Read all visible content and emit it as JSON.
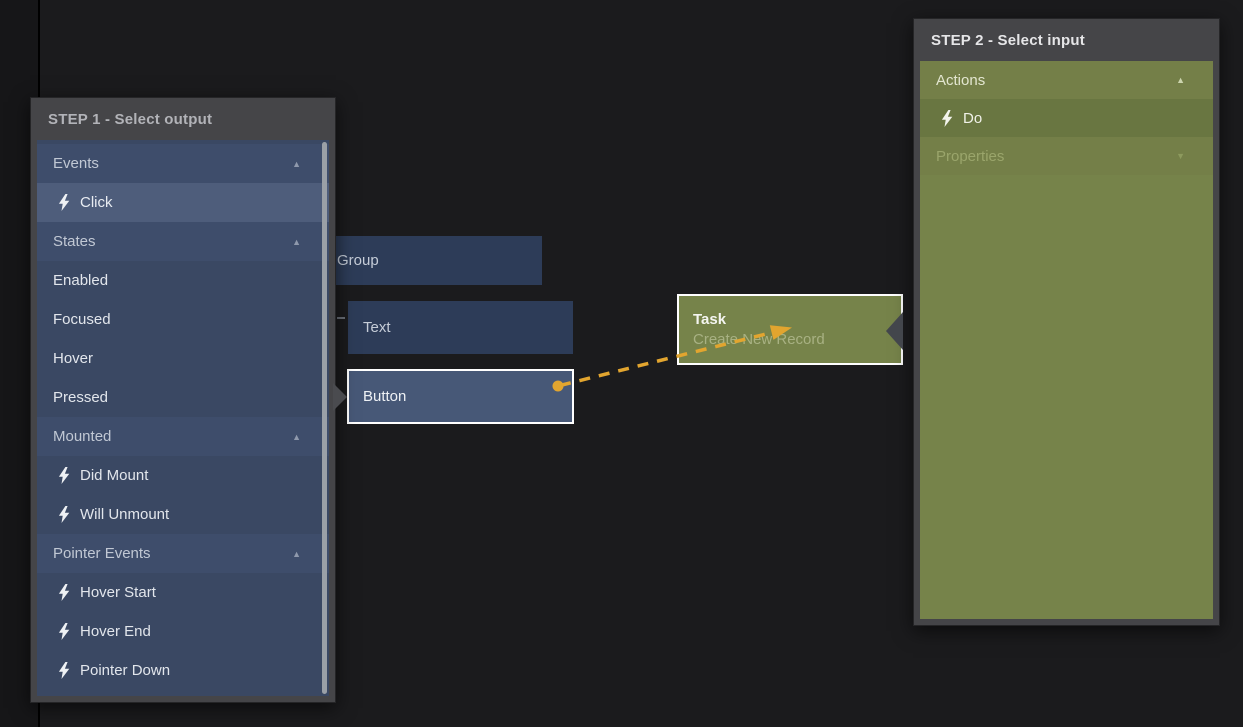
{
  "icons": {
    "caret_up": "▲",
    "caret_down": "▼"
  },
  "colors": {
    "canvas_bg": "#1b1b1d",
    "panel_frame": "#454548",
    "list_blue": "#3a4863",
    "section_blue": "#3e4d6b",
    "selected_blue": "#4e5d7b",
    "panel_green": "#76834a",
    "selected_green": "#697641",
    "node_blue": "#2d3c58",
    "node_button": "#475877",
    "connection_orange": "#e2a52f"
  },
  "step1": {
    "title": "STEP 1 - Select output",
    "items": [
      {
        "type": "section",
        "label": "Events"
      },
      {
        "type": "event",
        "label": "Click",
        "selected": true
      },
      {
        "type": "section",
        "label": "States"
      },
      {
        "type": "state",
        "label": "Enabled"
      },
      {
        "type": "state",
        "label": "Focused"
      },
      {
        "type": "state",
        "label": "Hover"
      },
      {
        "type": "state",
        "label": "Pressed"
      },
      {
        "type": "section",
        "label": "Mounted"
      },
      {
        "type": "event",
        "label": "Did Mount"
      },
      {
        "type": "event",
        "label": "Will Unmount"
      },
      {
        "type": "section",
        "label": "Pointer Events"
      },
      {
        "type": "event",
        "label": "Hover Start"
      },
      {
        "type": "event",
        "label": "Hover End"
      },
      {
        "type": "event",
        "label": "Pointer Down"
      }
    ]
  },
  "step2": {
    "title": "STEP 2 - Select input",
    "items": [
      {
        "type": "section",
        "label": "Actions"
      },
      {
        "type": "event",
        "label": "Do",
        "selected": true
      },
      {
        "type": "section",
        "label": "Properties",
        "collapsed": true
      }
    ]
  },
  "nodes": {
    "group": "Group",
    "text": "Text",
    "button": "Button",
    "task_title": "Task",
    "task_subtitle": "Create New Record"
  }
}
